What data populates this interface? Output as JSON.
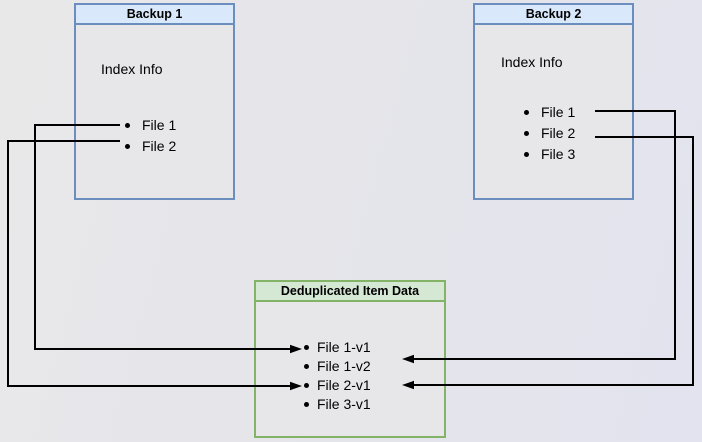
{
  "diagram": {
    "backup1": {
      "title": "Backup 1",
      "index_label": "Index Info",
      "files": [
        "File 1",
        "File 2"
      ]
    },
    "backup2": {
      "title": "Backup 2",
      "index_label": "Index Info",
      "files": [
        "File 1",
        "File 2",
        "File 3"
      ]
    },
    "dedup_store": {
      "title": "Deduplicated Item Data",
      "items": [
        "File 1-v1",
        "File 1-v2",
        "File 2-v1",
        "File 3-v1"
      ]
    },
    "connections": [
      {
        "from": "Backup 1 / File 1",
        "to": "File 1-v1"
      },
      {
        "from": "Backup 1 / File 2",
        "to": "File 2-v1"
      },
      {
        "from": "Backup 2 / File 1",
        "to": "File 1-v2"
      },
      {
        "from": "Backup 2 / File 2",
        "to": "File 2-v1"
      }
    ],
    "colors": {
      "backup_header_fill": "#dae8fc",
      "backup_border": "#6c8ebf",
      "dedup_header_fill": "#d5e8d4",
      "dedup_border": "#82b366",
      "arrow": "#000000"
    }
  }
}
